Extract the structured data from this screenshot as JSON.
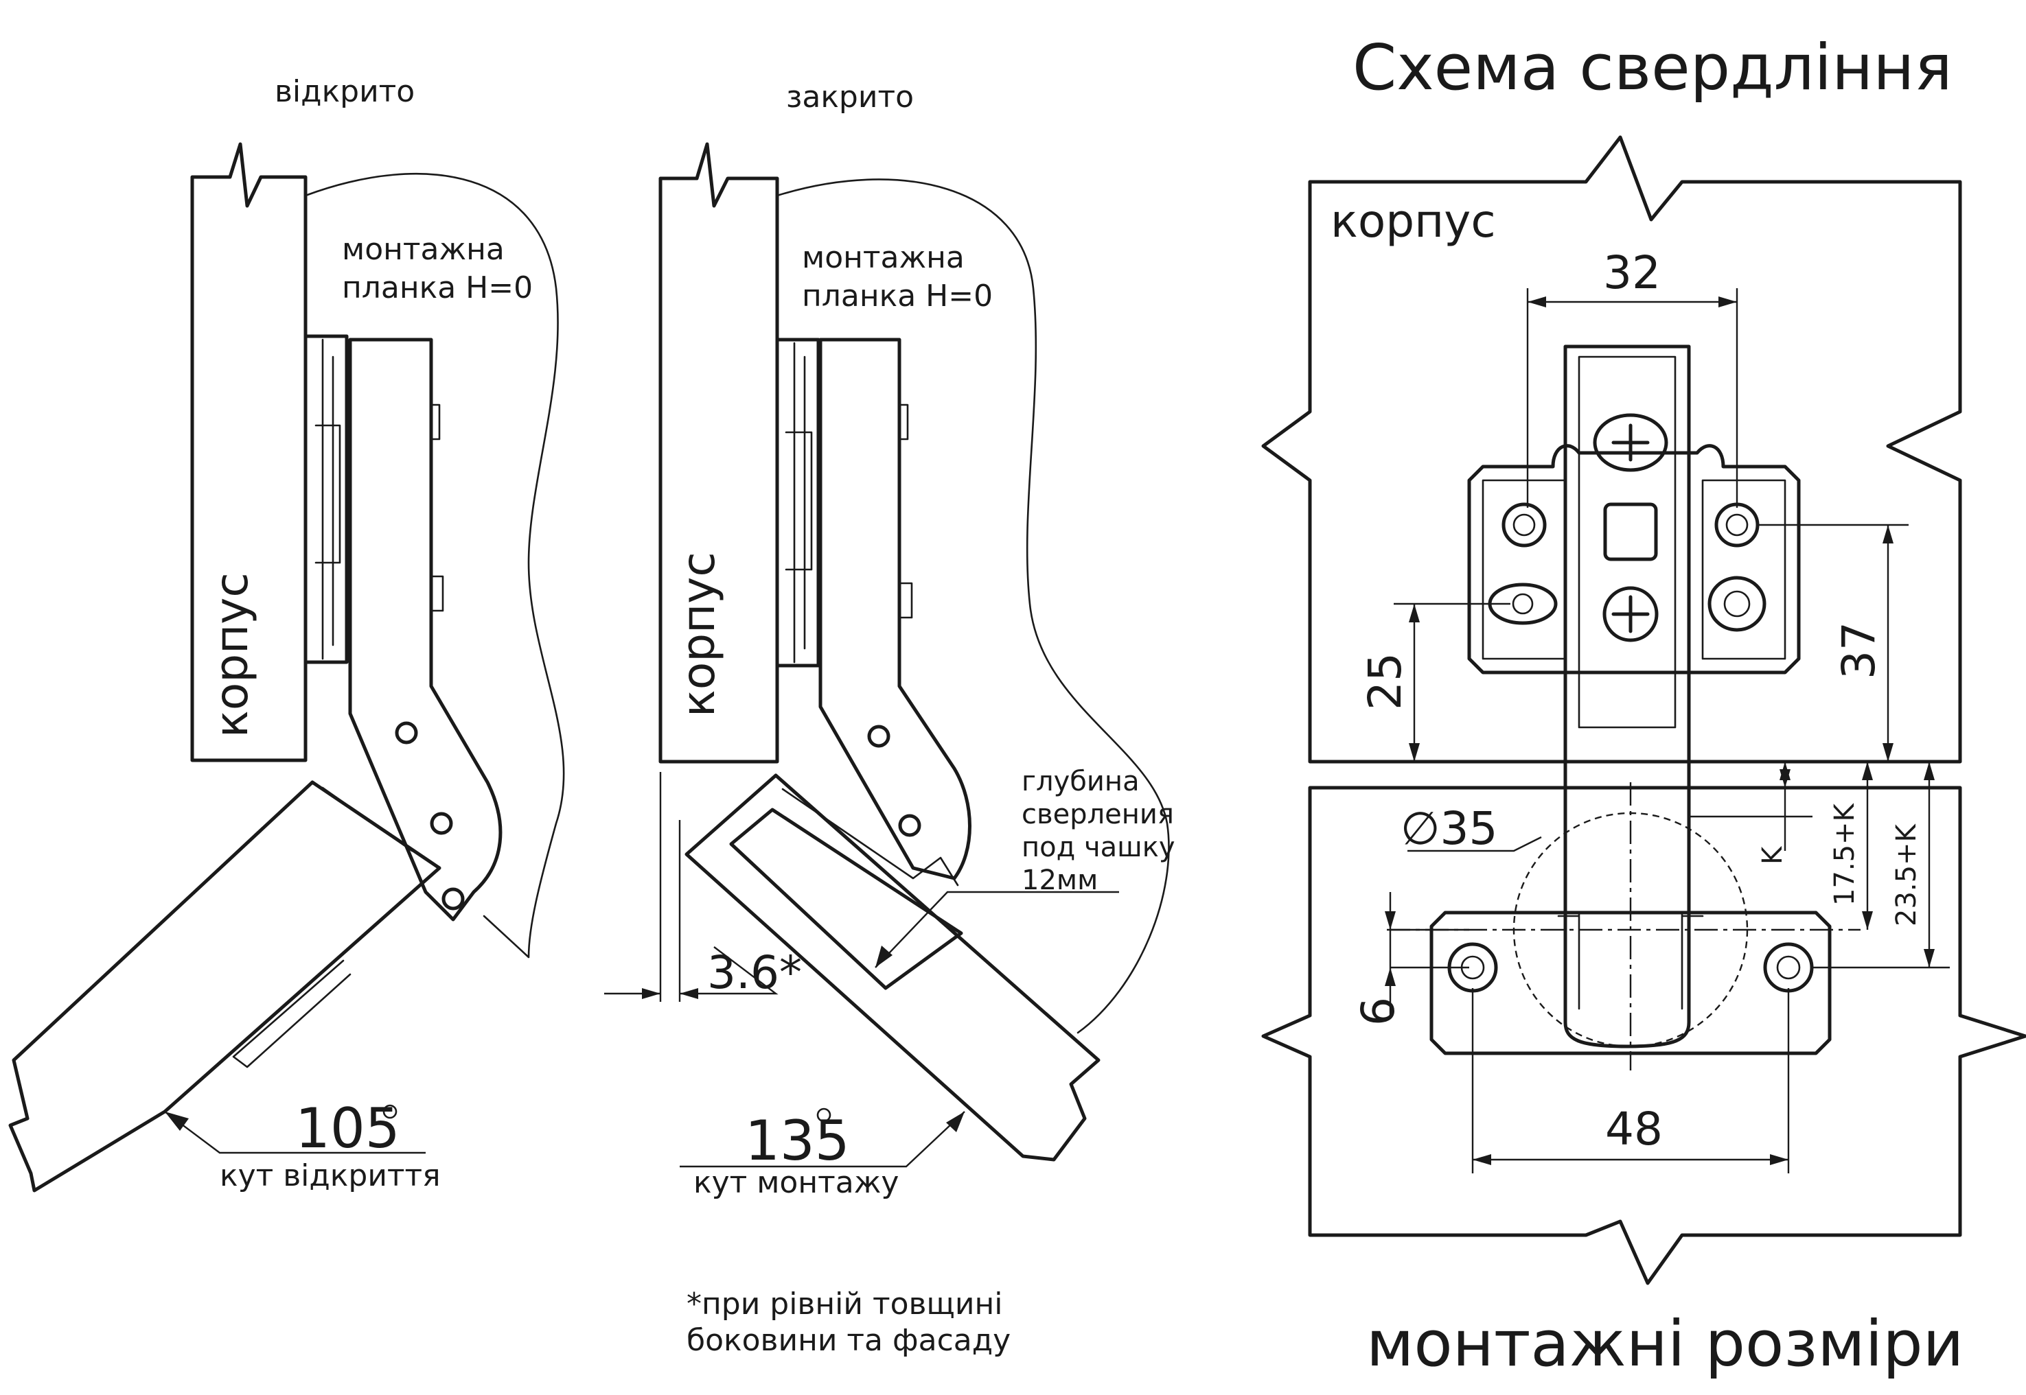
{
  "open_view": {
    "title": "відкрито",
    "cabinet_label": "корпус",
    "plate_label_line1": "монтажна",
    "plate_label_line2": "планка H=0",
    "angle_value": "105",
    "angle_label": "кут відкриття"
  },
  "closed_view": {
    "title": "закрито",
    "cabinet_label": "корпус",
    "plate_label_line1": "монтажна",
    "plate_label_line2": "планка H=0",
    "depth_line1": "глубина",
    "depth_line2": "сверления",
    "depth_line3": "под чашку",
    "depth_line4": "12мм",
    "offset_value": "3.6*",
    "angle_value": "135",
    "angle_label": "кут монтажу",
    "footnote_line1": "*при рівній товщині",
    "footnote_line2": "боковини та фасаду"
  },
  "drilling_scheme": {
    "title": "Схема свердління",
    "cabinet_label": "корпус",
    "dim_top": "32",
    "dim_left": "25",
    "dim_right": "37",
    "dim_cup": "∅35",
    "dim_k": "K",
    "dim_17": "17.5+K",
    "dim_23": "23.5+K",
    "dim_6": "6",
    "dim_48": "48",
    "footer": "монтажні розміри"
  }
}
